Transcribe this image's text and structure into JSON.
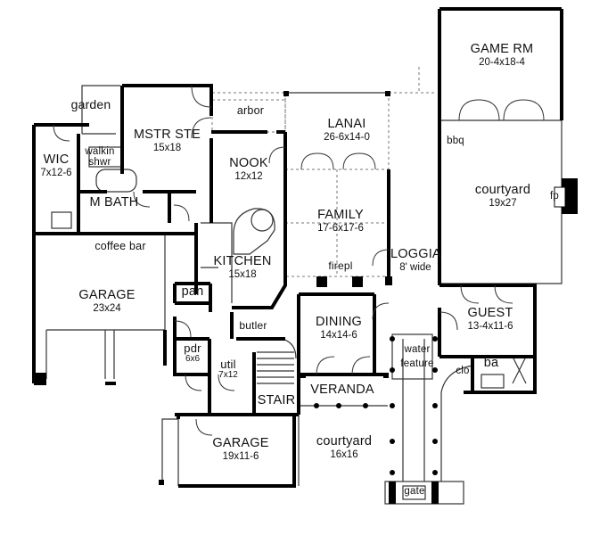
{
  "rooms": {
    "game_rm": {
      "name": "GAME RM",
      "dims": "20-4x18-4"
    },
    "garden": {
      "name": "garden"
    },
    "arbor": {
      "name": "arbor"
    },
    "lanai": {
      "name": "LANAI",
      "dims": "26-6x14-0"
    },
    "mstr_ste": {
      "name": "MSTR STE",
      "dims": "15x18"
    },
    "walkin_shwr": {
      "name": "walkin shwr"
    },
    "wic": {
      "name": "WIC",
      "dims": "7x12-6"
    },
    "m_bath": {
      "name": "M BATH"
    },
    "nook": {
      "name": "NOOK",
      "dims": "12x12"
    },
    "bbq": {
      "name": "bbq"
    },
    "courtyard_e": {
      "name": "courtyard",
      "dims": "19x27"
    },
    "fp": {
      "name": "fp"
    },
    "family": {
      "name": "FAMILY",
      "dims": "17-6x17-6"
    },
    "coffee_bar": {
      "name": "coffee bar"
    },
    "kitchen": {
      "name": "KITCHEN",
      "dims": "15x18"
    },
    "loggia": {
      "name": "LOGGIA",
      "dims": "8' wide"
    },
    "firepl": {
      "name": "firepl"
    },
    "garage_main": {
      "name": "GARAGE",
      "dims": "23x24"
    },
    "pan": {
      "name": "pan"
    },
    "guest": {
      "name": "GUEST",
      "dims": "13-4x11-6"
    },
    "butler": {
      "name": "butler"
    },
    "dining": {
      "name": "DINING",
      "dims": "14x14-6"
    },
    "pdr": {
      "name": "pdr",
      "dims": "6x6"
    },
    "util": {
      "name": "util",
      "dims": "7x12"
    },
    "water_feature": {
      "name": "water feature"
    },
    "clo": {
      "name": "clo"
    },
    "ba": {
      "name": "ba"
    },
    "veranda": {
      "name": "VERANDA"
    },
    "stair": {
      "name": "STAIR"
    },
    "garage_small": {
      "name": "GARAGE",
      "dims": "19x11-6"
    },
    "courtyard_s": {
      "name": "courtyard",
      "dims": "16x16"
    },
    "gate": {
      "name": "gate"
    }
  }
}
